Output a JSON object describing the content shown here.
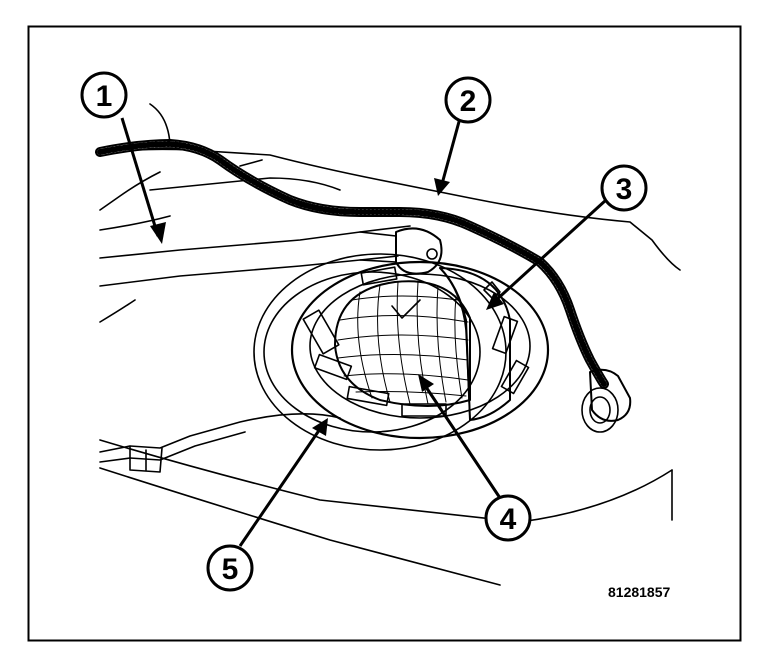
{
  "figure_number": "81281857",
  "callouts": [
    {
      "label": "1"
    },
    {
      "label": "2"
    },
    {
      "label": "3"
    },
    {
      "label": "4"
    },
    {
      "label": "5"
    }
  ],
  "colors": {
    "line": "#000000",
    "background": "#ffffff"
  }
}
